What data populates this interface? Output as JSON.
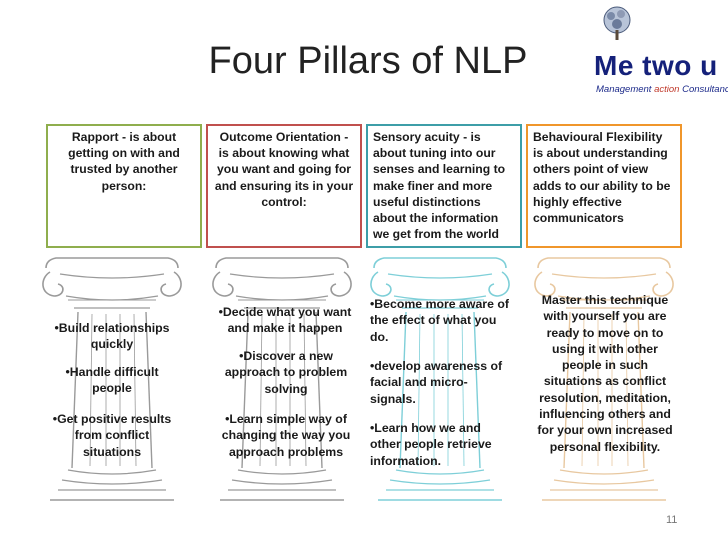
{
  "slide": {
    "title": "Four Pillars of NLP",
    "page_number": "11"
  },
  "logo": {
    "brand": "Me two u",
    "tagline_1": "Management",
    "tagline_2": "action",
    "tagline_3": "Consultancy"
  },
  "pillars": [
    {
      "heading": "Rapport - is about getting on with and trusted by another person:",
      "color": "#8fae4d",
      "bullets": [
        "•Build relationships quickly",
        "•Handle difficult people",
        "•Get positive results from conflict situations"
      ]
    },
    {
      "heading": "Outcome Orientation - is about knowing what you want and going for and ensuring its in your control:",
      "color": "#c0504d",
      "bullets": [
        "•Decide what you want and make it happen",
        "•Discover a new approach to problem solving",
        "•Learn  simple way of changing the way you approach problems"
      ]
    },
    {
      "heading": "Sensory acuity - is about tuning into our senses and learning to make finer and more useful distinctions about the information we get from the world",
      "color": "#3d9ea8",
      "bullets": [
        "•Become more aware of the effect of what you do.",
        "•develop awareness of facial and  micro-signals.",
        "•Learn how we and other people retrieve information."
      ]
    },
    {
      "heading": "Behavioural Flexibility is about understanding others point of view adds to our ability to be highly effective communicators",
      "color": "#f0962b",
      "bullets": [
        "Master this technique with yourself you are ready to move on to using it with other people in such situations as conflict resolution, meditation, influencing others and for your own increased personal flexibility."
      ]
    }
  ]
}
